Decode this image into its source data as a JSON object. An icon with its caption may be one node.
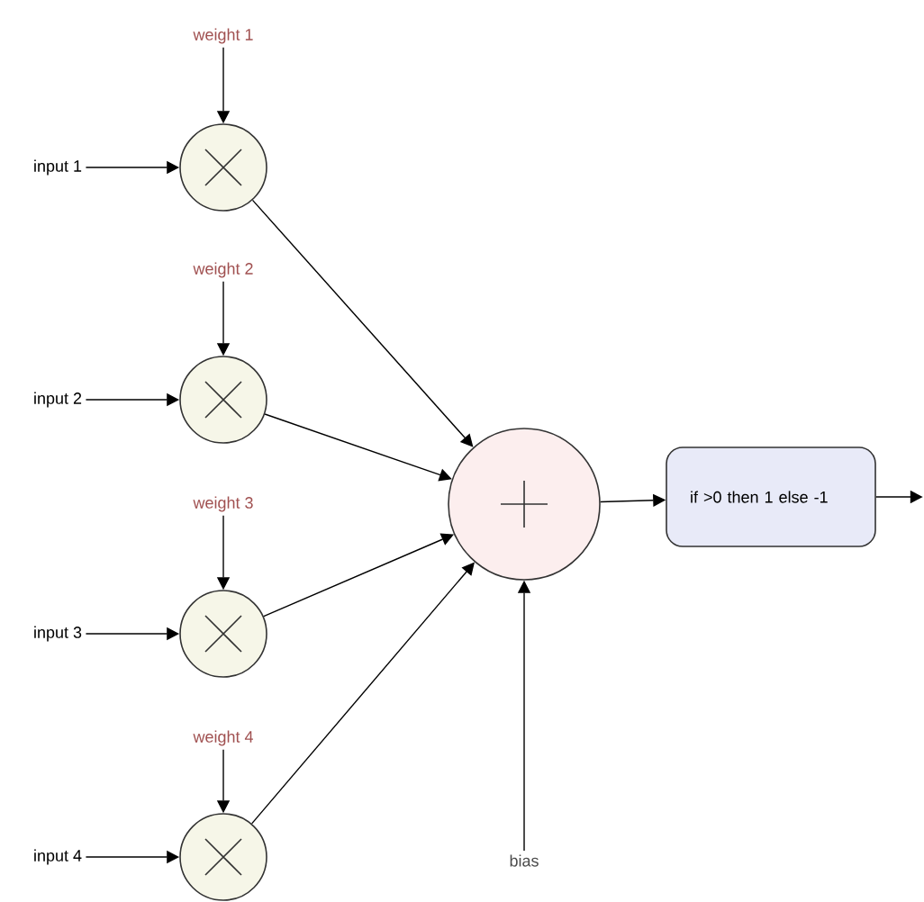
{
  "diagram": {
    "nodes": [
      {
        "text": [
          "weight 1"
        ]
      },
      {
        "text": [
          "input 1"
        ]
      },
      {
        "text": [],
        "shape": "circle"
      },
      {
        "text": [
          "weight 2"
        ]
      },
      {
        "text": [
          "input 2"
        ]
      },
      {
        "text": [],
        "shape": "circle"
      },
      {
        "text": [
          "weight 3"
        ]
      },
      {
        "text": [
          "input 3"
        ]
      },
      {
        "text": [],
        "shape": "circle"
      },
      {
        "text": [
          "weight 4"
        ]
      },
      {
        "text": [
          "input 4"
        ]
      },
      {
        "text": [],
        "shape": "circle"
      },
      {
        "text": [],
        "shape": "circle"
      },
      {
        "text": [
          "if >0 then 1 else -1"
        ]
      },
      {
        "text": [
          "bias"
        ]
      }
    ],
    "edges": [
      {
        "from": 0,
        "to": 2,
        "arrow": "to"
      },
      {
        "from": 1,
        "to": 2,
        "arrow": "to"
      },
      {
        "from": 3,
        "to": 5,
        "arrow": "to"
      },
      {
        "from": 4,
        "to": 5,
        "arrow": "to"
      },
      {
        "from": 6,
        "to": 8,
        "arrow": "to"
      },
      {
        "from": 7,
        "to": 8,
        "arrow": "to"
      },
      {
        "from": 9,
        "to": 11,
        "arrow": "to"
      },
      {
        "from": 10,
        "to": 11,
        "arrow": "to"
      },
      {
        "from": 2,
        "to": 12,
        "arrow": "to"
      },
      {
        "from": 5,
        "to": 12,
        "arrow": "to"
      },
      {
        "from": 8,
        "to": 12,
        "arrow": "to"
      },
      {
        "from": 11,
        "to": 12,
        "arrow": "to"
      },
      {
        "from": 14,
        "to": 12,
        "arrow": "to"
      },
      {
        "from": 12,
        "to": 13,
        "arrow": "to"
      },
      {
        "from": 13,
        "to": null,
        "arrow": "to"
      }
    ]
  }
}
